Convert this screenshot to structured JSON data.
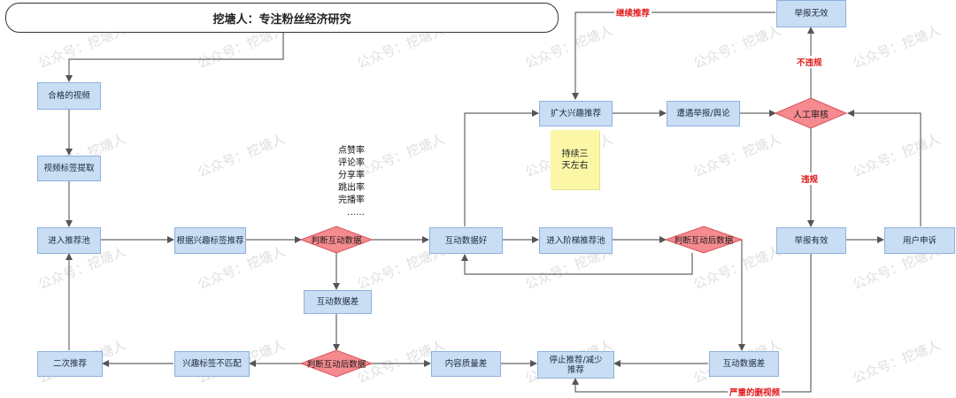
{
  "title": "挖塘人：专注粉丝经济研究",
  "nodes": {
    "qualified_video": "合格的视频",
    "tag_extract": "视频标签提取",
    "enter_pool": "进入推荐池",
    "interest_recommend": "根据兴趣标签推荐",
    "judge_interaction_1": "判断互动数据",
    "interaction_good": "互动数据好",
    "expand_interest": "扩大兴趣推荐",
    "reported": "遭遇举报/舆论",
    "manual_review": "人工审核",
    "report_invalid": "举报无效",
    "report_valid": "举报有效",
    "user_appeal": "用户申诉",
    "tier_pool": "进入阶梯推荐池",
    "judge_interaction_2": "判断互动后数据",
    "interaction_poor_1": "互动数据差",
    "judge_interaction_3": "判断互动后数据",
    "interest_mismatch": "兴趣标签不匹配",
    "second_recommend": "二次推荐",
    "poor_quality": "内容质量差",
    "stop_recommend": "停止推荐/减少推荐",
    "interaction_poor_2": "互动数据差"
  },
  "metrics": [
    "点赞率",
    "评论率",
    "分享率",
    "跳出率",
    "完播率",
    "……"
  ],
  "note": "持续三天左右",
  "edge_labels": {
    "continue": "继续推荐",
    "not_violation": "不违规",
    "violation": "违规",
    "severe_delete": "严重的删视频"
  },
  "watermark": "公众号：挖塘人",
  "colors": {
    "node_fill": "#c9ddf5",
    "node_border": "#8eb1dc",
    "decision_fill": "#f58a8f",
    "decision_border": "#d9535b",
    "edge_label": "#e01818",
    "note_fill": "#fbf7a7"
  }
}
